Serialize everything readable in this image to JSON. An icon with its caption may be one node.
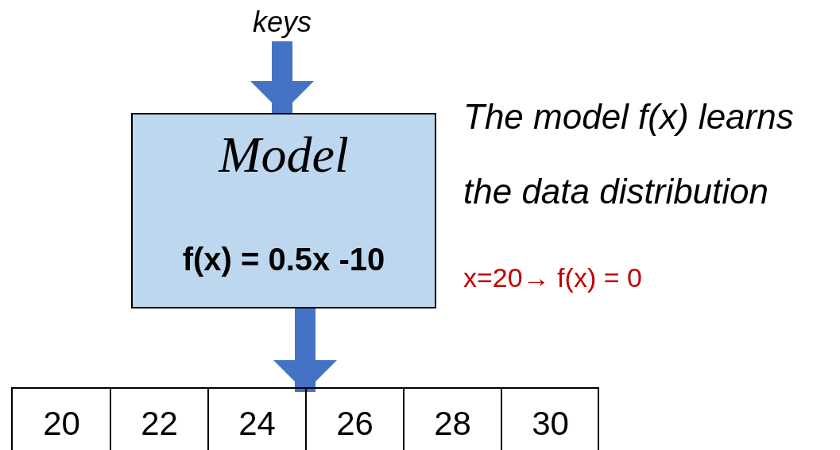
{
  "diagram": {
    "nodes": [
      {
        "text": [
          "keys"
        ]
      },
      {
        "text": [
          "Model",
          "f(x) = 0.5x -10"
        ]
      },
      {
        "text": [],
        "shape": "box"
      },
      {
        "text": [
          "20"
        ],
        "in": 2
      },
      {
        "text": [
          "22"
        ],
        "in": 2
      },
      {
        "text": [
          "24"
        ],
        "in": 2
      },
      {
        "text": [
          "26"
        ],
        "in": 2
      },
      {
        "text": [
          "28"
        ],
        "in": 2
      },
      {
        "text": [
          "30"
        ],
        "in": 2
      }
    ],
    "edges": [
      {
        "from": 0,
        "to": 1,
        "arrow": "to"
      },
      {
        "from": 1,
        "to": 2,
        "arrow": "to"
      }
    ],
    "labels": [
      "The model f(x) learns the data distribution",
      "x=20→ f(x) = 0"
    ]
  }
}
